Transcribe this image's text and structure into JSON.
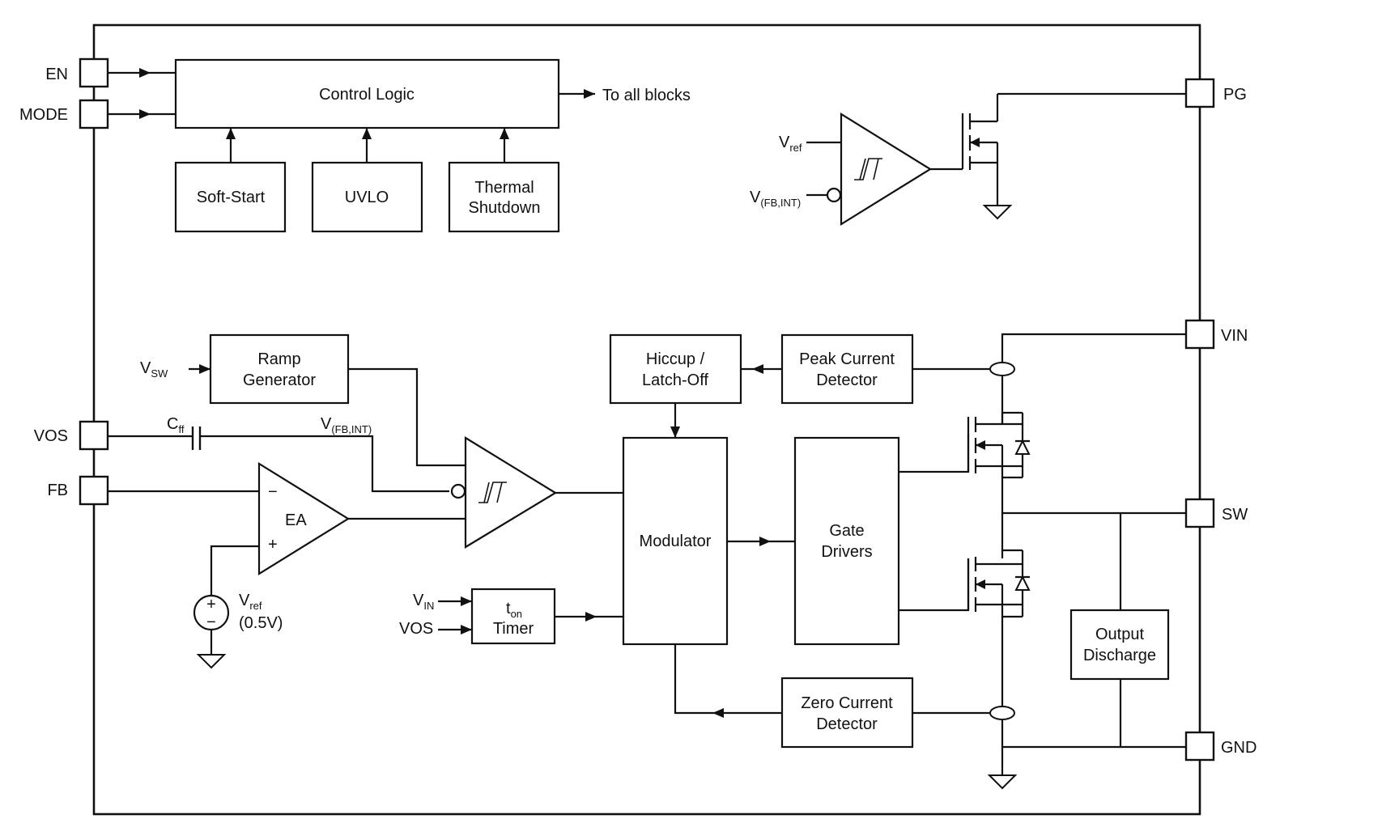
{
  "pins": {
    "en": "EN",
    "mode": "MODE",
    "vos": "VOS",
    "fb": "FB",
    "pg": "PG",
    "vin": "VIN",
    "sw": "SW",
    "gnd": "GND"
  },
  "blocks": {
    "control_logic": "Control Logic",
    "to_all_blocks": "To all blocks",
    "soft_start": "Soft-Start",
    "uvlo": "UVLO",
    "thermal_line1": "Thermal",
    "thermal_line2": "Shutdown",
    "ramp_line1": "Ramp",
    "ramp_line2": "Generator",
    "hiccup_line1": "Hiccup /",
    "hiccup_line2": "Latch-Off",
    "peak_line1": "Peak Current",
    "peak_line2": "Detector",
    "modulator": "Modulator",
    "gate_line1": "Gate",
    "gate_line2": "Drivers",
    "ton_main": "t",
    "ton_sub": "on",
    "ton_line2": "Timer",
    "zero_line1": "Zero Current",
    "zero_line2": "Detector",
    "discharge_line1": "Output",
    "discharge_line2": "Discharge",
    "ea": "EA",
    "ea_minus": "−",
    "ea_plus": "+",
    "src_plus": "+",
    "src_minus": "−"
  },
  "signals": {
    "vref_main": "V",
    "vref_sub": "ref",
    "vfbint_main": "V",
    "vfbint_sub": "(FB,INT)",
    "vsw_main": "V",
    "vsw_sub": "SW",
    "cff_main": "C",
    "cff_sub": "ff",
    "vin_main": "V",
    "vin_sub": "IN",
    "vos": "VOS",
    "vref_value": "(0.5V)"
  },
  "icons": {
    "hysteresis": "hysteresis-icon",
    "mosfet": "n-channel-mosfet-icon",
    "diode": "body-diode-icon",
    "ground": "ground-icon",
    "current_sense": "current-sense-icon",
    "voltage_source": "voltage-source-icon",
    "capacitor": "capacitor-icon",
    "inverting_bubble": "inverting-bubble-icon"
  }
}
